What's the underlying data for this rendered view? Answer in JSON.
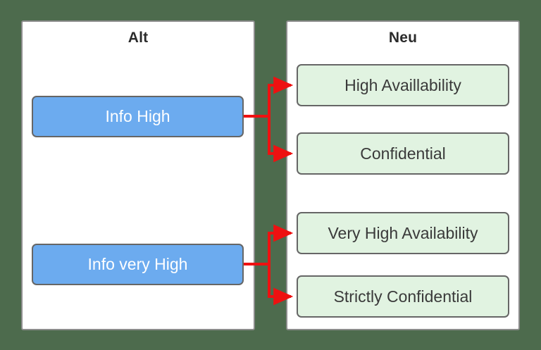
{
  "background_color": "#4d6b4d",
  "panels": [
    {
      "id": "alt",
      "title": "Alt",
      "nodes": [
        {
          "id": "info-high",
          "label": "Info High",
          "fill": "#6cabef",
          "text_color": "#ffffff"
        },
        {
          "id": "info-very-high",
          "label": "Info very High",
          "fill": "#6cabef",
          "text_color": "#ffffff"
        }
      ]
    },
    {
      "id": "neu",
      "title": "Neu",
      "nodes": [
        {
          "id": "high-availability",
          "label": "High Availlability",
          "fill": "#e1f3e1",
          "text_color": "#3a3a3a"
        },
        {
          "id": "confidential",
          "label": "Confidential",
          "fill": "#e1f3e1",
          "text_color": "#3a3a3a"
        },
        {
          "id": "very-high-availability",
          "label": "Very High Availability",
          "fill": "#e1f3e1",
          "text_color": "#3a3a3a"
        },
        {
          "id": "strictly-confidential",
          "label": "Strictly Confidential",
          "fill": "#e1f3e1",
          "text_color": "#3a3a3a"
        }
      ]
    }
  ],
  "connectors": {
    "color": "#ee1111",
    "stroke_width": 4,
    "mappings": [
      {
        "from": "info-high",
        "to": [
          "high-availability",
          "confidential"
        ]
      },
      {
        "from": "info-very-high",
        "to": [
          "very-high-availability",
          "strictly-confidential"
        ]
      }
    ]
  }
}
